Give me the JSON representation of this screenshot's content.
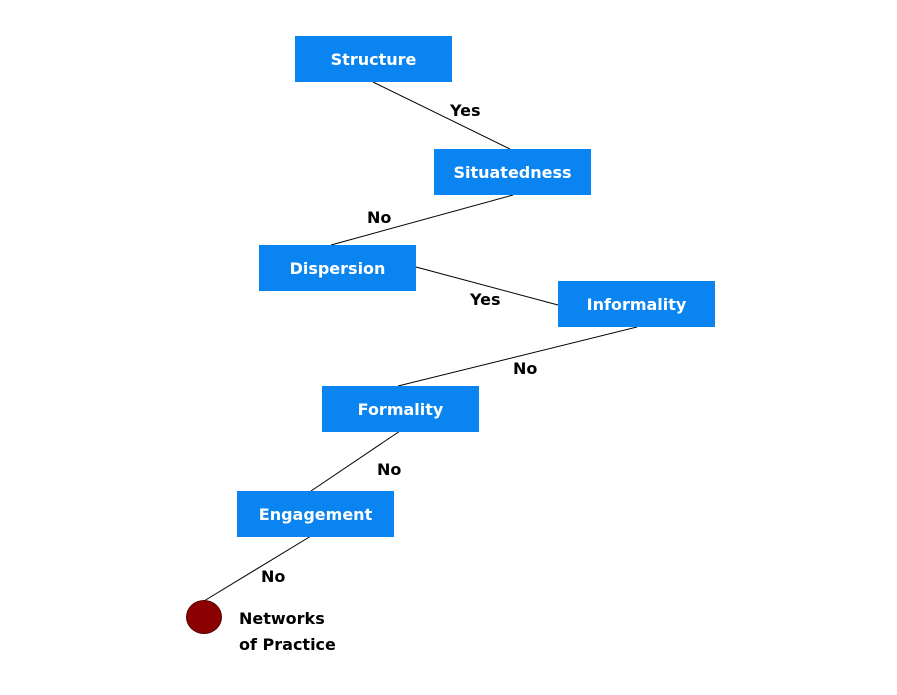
{
  "nodes": {
    "structure": "Structure",
    "situatedness": "Situatedness",
    "dispersion": "Dispersion",
    "informality": "Informality",
    "formality": "Formality",
    "engagement": "Engagement"
  },
  "edges": {
    "structure_situatedness": "Yes",
    "situatedness_dispersion": "No",
    "dispersion_informality": "Yes",
    "informality_formality": "No",
    "formality_engagement": "No",
    "engagement_terminal": "No"
  },
  "terminal": {
    "line1": "Networks",
    "line2": "of Practice",
    "color": "#8b0000"
  },
  "colors": {
    "node_fill": "#0a84f0",
    "node_text": "#ffffff",
    "edge": "#000000"
  }
}
